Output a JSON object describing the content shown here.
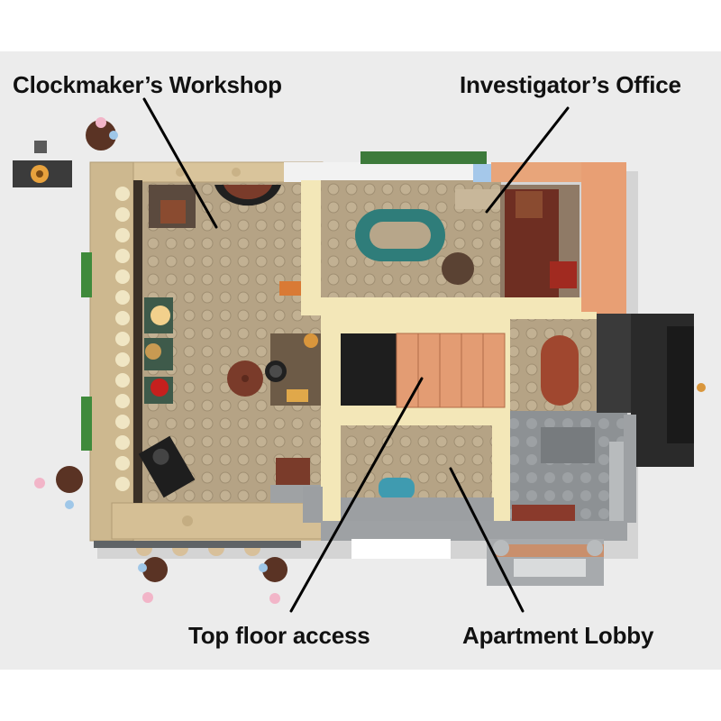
{
  "labels": {
    "clockmaker": "Clockmaker’s Workshop",
    "investigator": "Investigator’s Office",
    "top_floor": "Top floor access",
    "lobby": "Apartment Lobby"
  },
  "colors": {
    "background": "#ececec",
    "tan": "#d9c39a",
    "dark_tan": "#a8916a",
    "floor": "#b7a68a",
    "cream": "#f3e7b8",
    "orange_wall": "#e39c73",
    "gray": "#8f9396",
    "dark_gray": "#5f6366",
    "teal": "#2f7d7a",
    "reddish_brown": "#7a3b2a",
    "black": "#1e1e1e"
  }
}
